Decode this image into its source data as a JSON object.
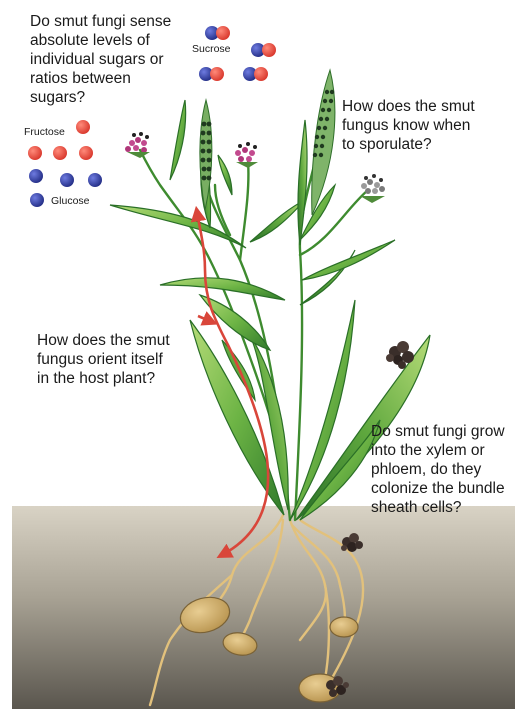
{
  "questions": {
    "sugar_sensing": "Do smut fungi sense\nabsolute levels of\nindividual sugars or\nratios between\nsugars?",
    "sporulation": "How does the smut\nfungus know when\nto sporulate?",
    "orientation": "How does the smut\nfungus orient itself\nin the host plant?",
    "tissue": "Do smut fungi grow\ninto the xylem or\nphloem, do they\ncolonize the bundle\nsheath cells?"
  },
  "sugars": {
    "sucrose": "Sucrose",
    "fructose": "Fructose",
    "glucose": "Glucose"
  },
  "colors": {
    "sky": "#ffffff",
    "soil_top": "#d8d2c4",
    "soil_bottom": "#5e5a52",
    "leaf_light": "#a7d36a",
    "leaf_dark": "#2f7a2a",
    "spike": "#6aa05a",
    "fungus_path": "#d9463a",
    "root": "#e2c17c",
    "tuber": "#c9a866",
    "fructose": "#e8473b",
    "glucose": "#2e3a9c",
    "flower": "#b0377a",
    "flower_grey": "#8a8a8a",
    "smut_spores": "#3a2e2a"
  }
}
